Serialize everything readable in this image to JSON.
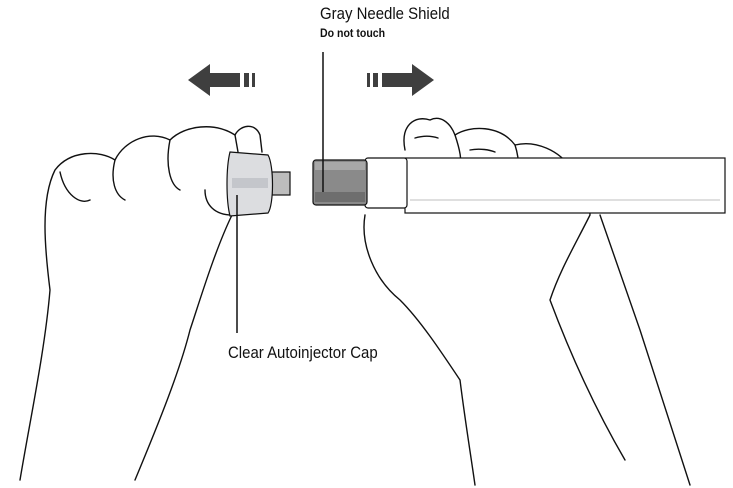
{
  "labels": {
    "needle_shield": "Gray Needle Shield",
    "needle_shield_note": "Do not touch",
    "cap": "Clear Autoinjector Cap"
  },
  "colors": {
    "arrow": "#3f3f3f",
    "needle_shield": "#8a8a8a",
    "outline": "#111111"
  }
}
